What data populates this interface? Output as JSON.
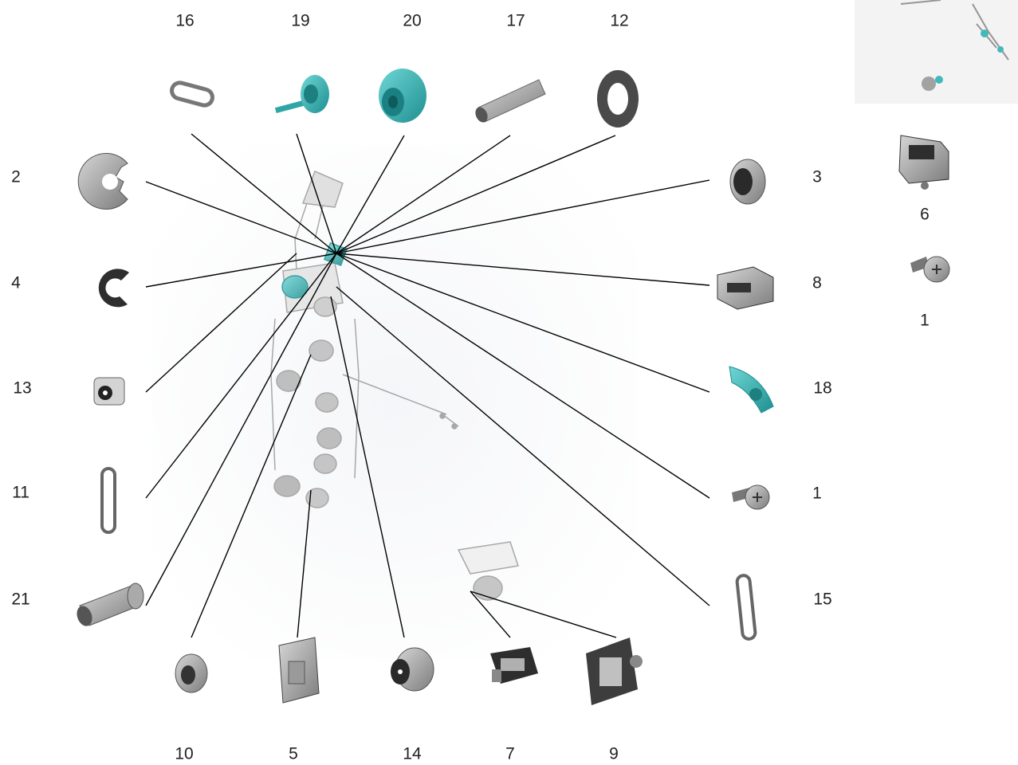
{
  "diagram": {
    "top_labels": [
      "16",
      "19",
      "20",
      "17",
      "12"
    ],
    "left_labels": [
      "2",
      "4",
      "13",
      "11",
      "21"
    ],
    "right_labels": [
      "3",
      "8",
      "18",
      "1",
      "15"
    ],
    "bottom_labels": [
      "10",
      "5",
      "14",
      "7",
      "9"
    ],
    "inset_labels": [
      "6",
      "1"
    ],
    "colors": {
      "accent": "#2fb3b3",
      "part_gray": "#8e8e8e",
      "part_dark": "#3a3a3a",
      "leader_line": "#000000"
    }
  }
}
